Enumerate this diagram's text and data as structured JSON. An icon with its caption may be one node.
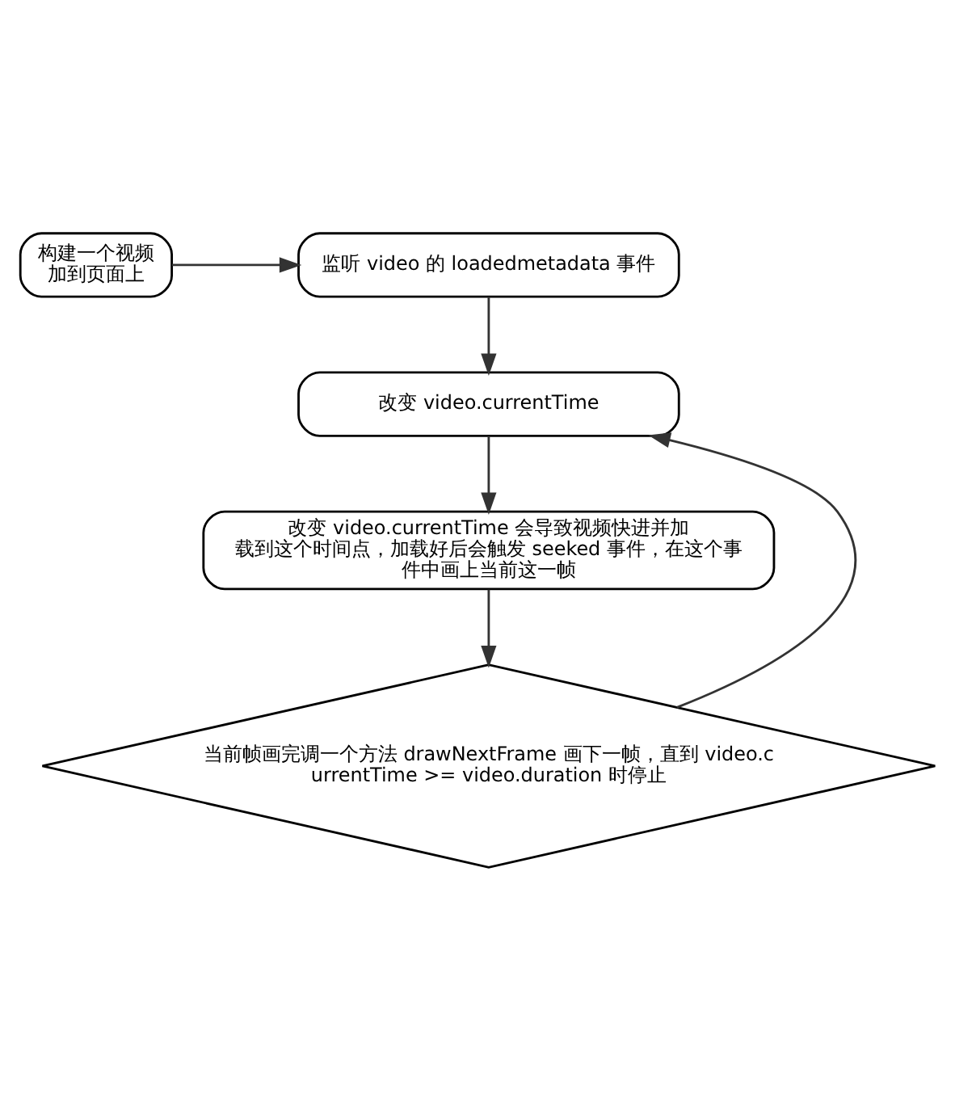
{
  "diagram": {
    "nodes": [
      {
        "text": [
          "构建一个视频加到页面上"
        ]
      },
      {
        "text": [
          "监听 video 的 loadedmetadata 事件"
        ]
      },
      {
        "text": [
          "改变 video.currentTime"
        ]
      },
      {
        "text": [
          "改变 video.currentTime 会导致视频快进并加载到这个时间点，加载好后会触发 seeked 事件，在这个事件中画上当前这一帧"
        ]
      },
      {
        "text": [
          "当前帧画完调一个方法 drawNextFrame 画下一帧，直到 video.currentTime >= video.duration 时停止"
        ]
      }
    ],
    "edges": [
      {
        "from": 0,
        "to": 1,
        "arrow": "to"
      },
      {
        "from": 1,
        "to": 2,
        "arrow": "to"
      },
      {
        "from": 2,
        "to": 3,
        "arrow": "to"
      },
      {
        "from": 3,
        "to": 4,
        "arrow": "to"
      },
      {
        "from": 4,
        "to": 2,
        "arrow": "to"
      }
    ]
  }
}
